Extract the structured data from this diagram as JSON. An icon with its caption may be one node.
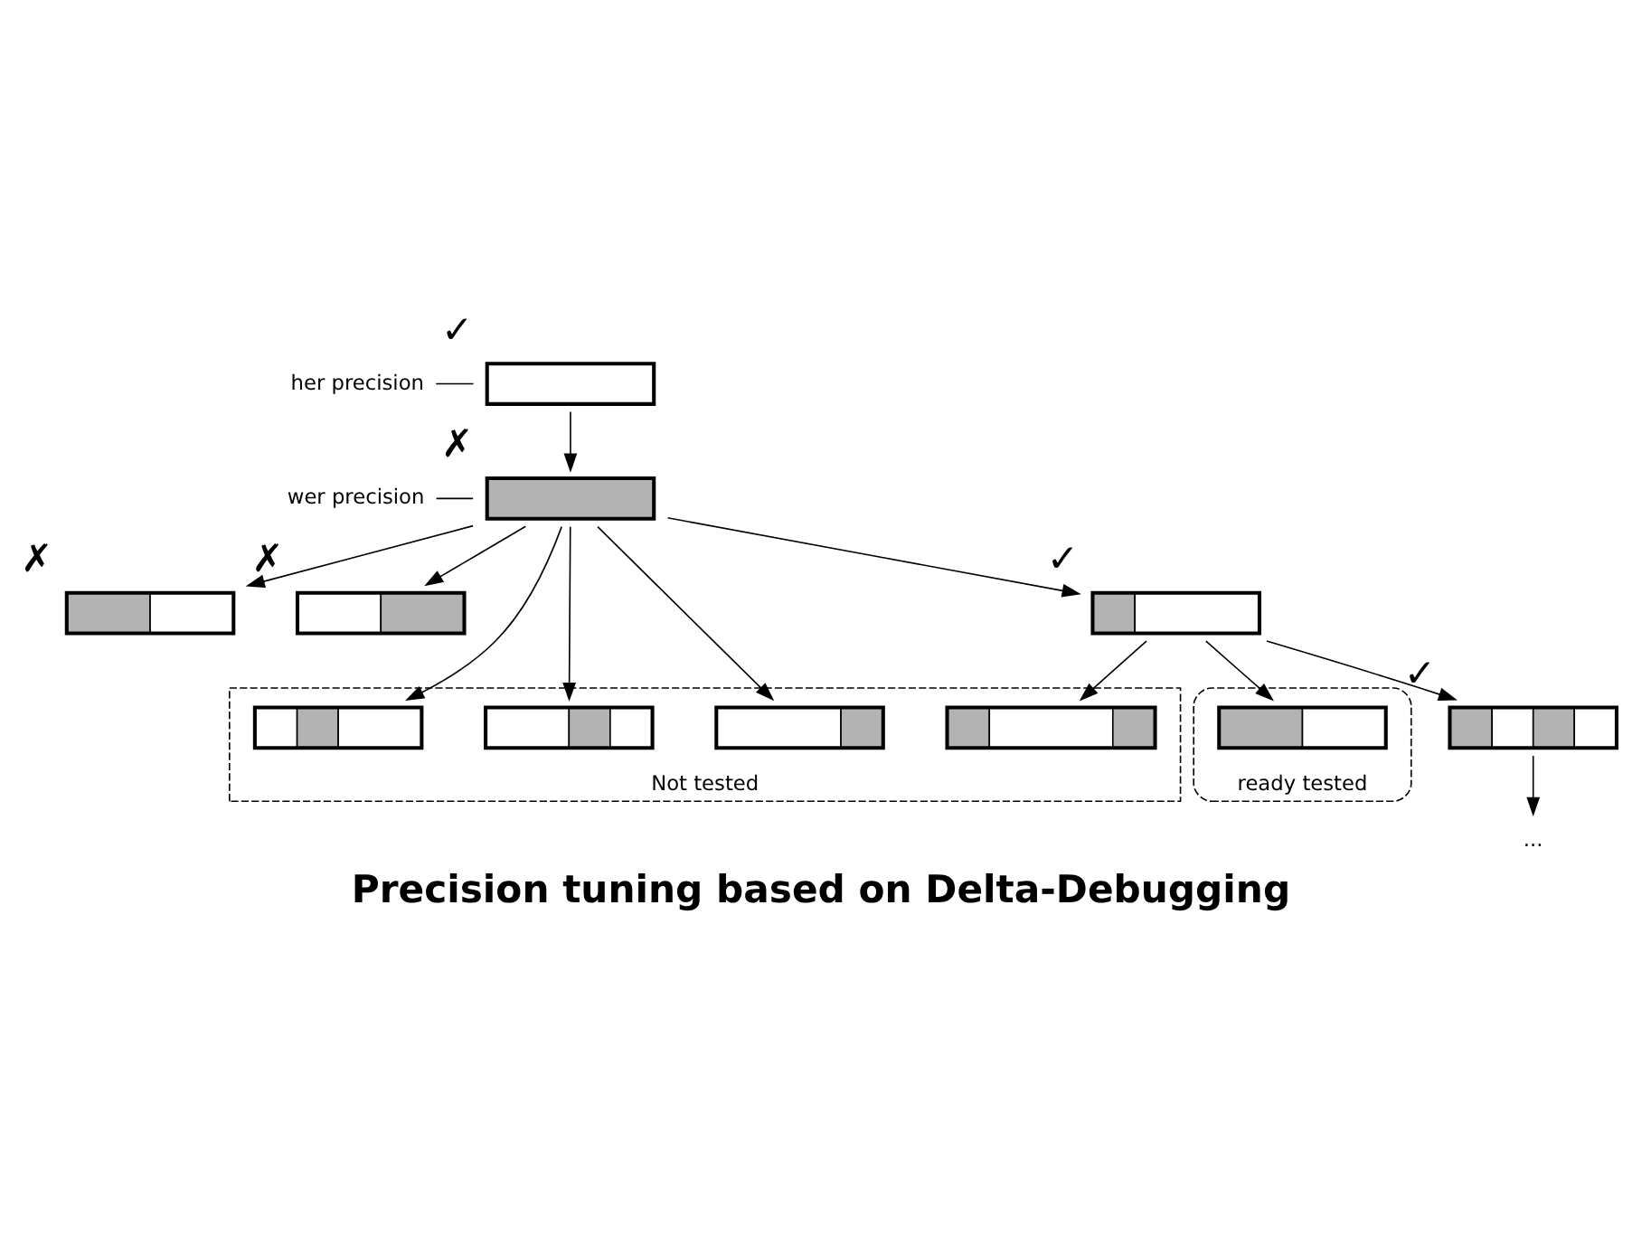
{
  "diagram": {
    "title": "Precision tuning based on Delta-Debugging",
    "nodes": [
      {
        "text": [
          "her precision"
        ]
      },
      {
        "text": [],
        "shape": "box",
        "beside": [
          "✓"
        ]
      },
      {
        "text": [
          "wer precision"
        ]
      },
      {
        "text": [],
        "shape": "box",
        "beside": [
          "✗"
        ]
      },
      {
        "text": [],
        "shape": "box",
        "beside": [
          "✗"
        ]
      },
      {
        "text": [],
        "shape": "box",
        "beside": [
          "✗"
        ]
      },
      {
        "text": [],
        "shape": "box",
        "beside": [
          "✓"
        ]
      },
      {
        "text": [
          "Not tested"
        ]
      },
      {
        "text": [],
        "shape": "box",
        "in": 7
      },
      {
        "text": [],
        "shape": "box",
        "in": 7
      },
      {
        "text": [],
        "shape": "box",
        "in": 7
      },
      {
        "text": [
          "ready tested"
        ]
      },
      {
        "text": [],
        "shape": "box",
        "in": 11
      },
      {
        "text": [],
        "shape": "box",
        "beside": [
          "✓"
        ]
      },
      {
        "text": [],
        "shape": "box",
        "in": 7
      },
      {
        "text": [
          "..."
        ]
      }
    ],
    "edges": [
      {
        "from": 0,
        "to": 1,
        "arrow": "none"
      },
      {
        "from": 1,
        "to": 3,
        "arrow": "to"
      },
      {
        "from": 2,
        "to": 3,
        "arrow": "none"
      },
      {
        "from": 3,
        "to": 6,
        "arrow": "to"
      },
      {
        "from": 3,
        "to": 4,
        "arrow": "to"
      },
      {
        "from": 3,
        "to": 8,
        "arrow": "to"
      },
      {
        "from": 3,
        "to": 9,
        "arrow": "to"
      },
      {
        "from": 3,
        "to": 5,
        "arrow": "to"
      },
      {
        "from": 3,
        "to": 10,
        "arrow": "to"
      },
      {
        "from": 6,
        "to": 12,
        "arrow": "to"
      },
      {
        "from": 6,
        "to": 13,
        "arrow": "to"
      },
      {
        "from": 6,
        "to": 14,
        "arrow": "to"
      },
      {
        "from": 13,
        "to": 15,
        "arrow": "to"
      }
    ]
  }
}
